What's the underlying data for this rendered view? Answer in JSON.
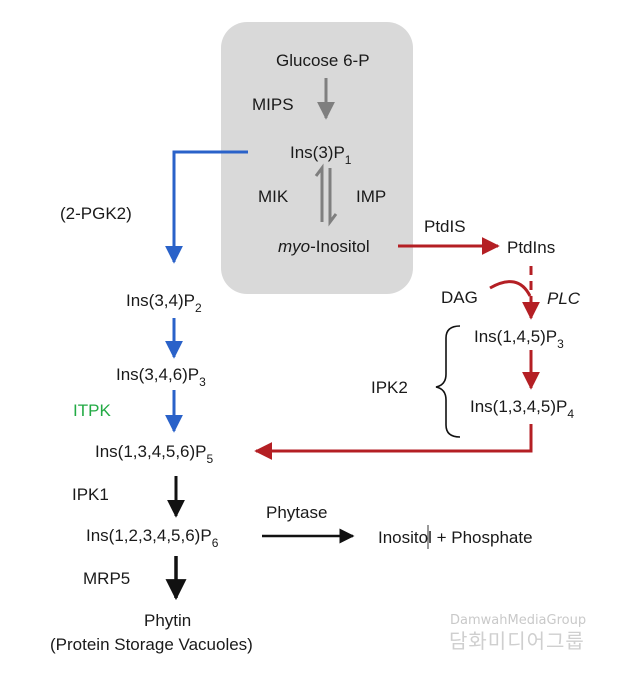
{
  "nodes": {
    "glucose6p": "Glucose 6-P",
    "ins3p1": {
      "main": "Ins(3)P",
      "sub": "1"
    },
    "myo_inositol": {
      "italic": "myo",
      "rest": "-Inositol"
    },
    "ptdins": "PtdIns",
    "ins34p2": {
      "main": "Ins(3,4)P",
      "sub": "2"
    },
    "ins346p3": {
      "main": "Ins(3,4,6)P",
      "sub": "3"
    },
    "ins13456p5": {
      "main": "Ins(1,3,4,5,6)P",
      "sub": "5"
    },
    "ins123456p6": {
      "main": "Ins(1,2,3,4,5,6)P",
      "sub": "6"
    },
    "phytin": "Phytin",
    "storage": "(Protein Storage Vacuoles)",
    "ins145p3": {
      "main": "Ins(1,4,5)P",
      "sub": "3"
    },
    "ins1345p4": {
      "main": "Ins(1,3,4,5)P",
      "sub": "4"
    },
    "products": "Inositol + Phosphate"
  },
  "enzymes": {
    "mips": "MIPS",
    "mik": "MIK",
    "imp": "IMP",
    "pgk2": "(2-PGK2)",
    "itpk": "ITPK",
    "ipk1": "IPK1",
    "mrp5": "MRP5",
    "ptdis": "PtdIS",
    "dag": "DAG",
    "plc": "PLC",
    "ipk2": "IPK2",
    "phytase": "Phytase"
  },
  "watermark": {
    "latin": "DamwahMediaGroup",
    "korean": "담화미디어그룹"
  },
  "colors": {
    "grey_box": "#d9d9d9",
    "grey_arrow": "#7f7f7f",
    "blue": "#2a62c9",
    "red": "#b41f24",
    "black": "#111111",
    "green": "#22aa44"
  }
}
